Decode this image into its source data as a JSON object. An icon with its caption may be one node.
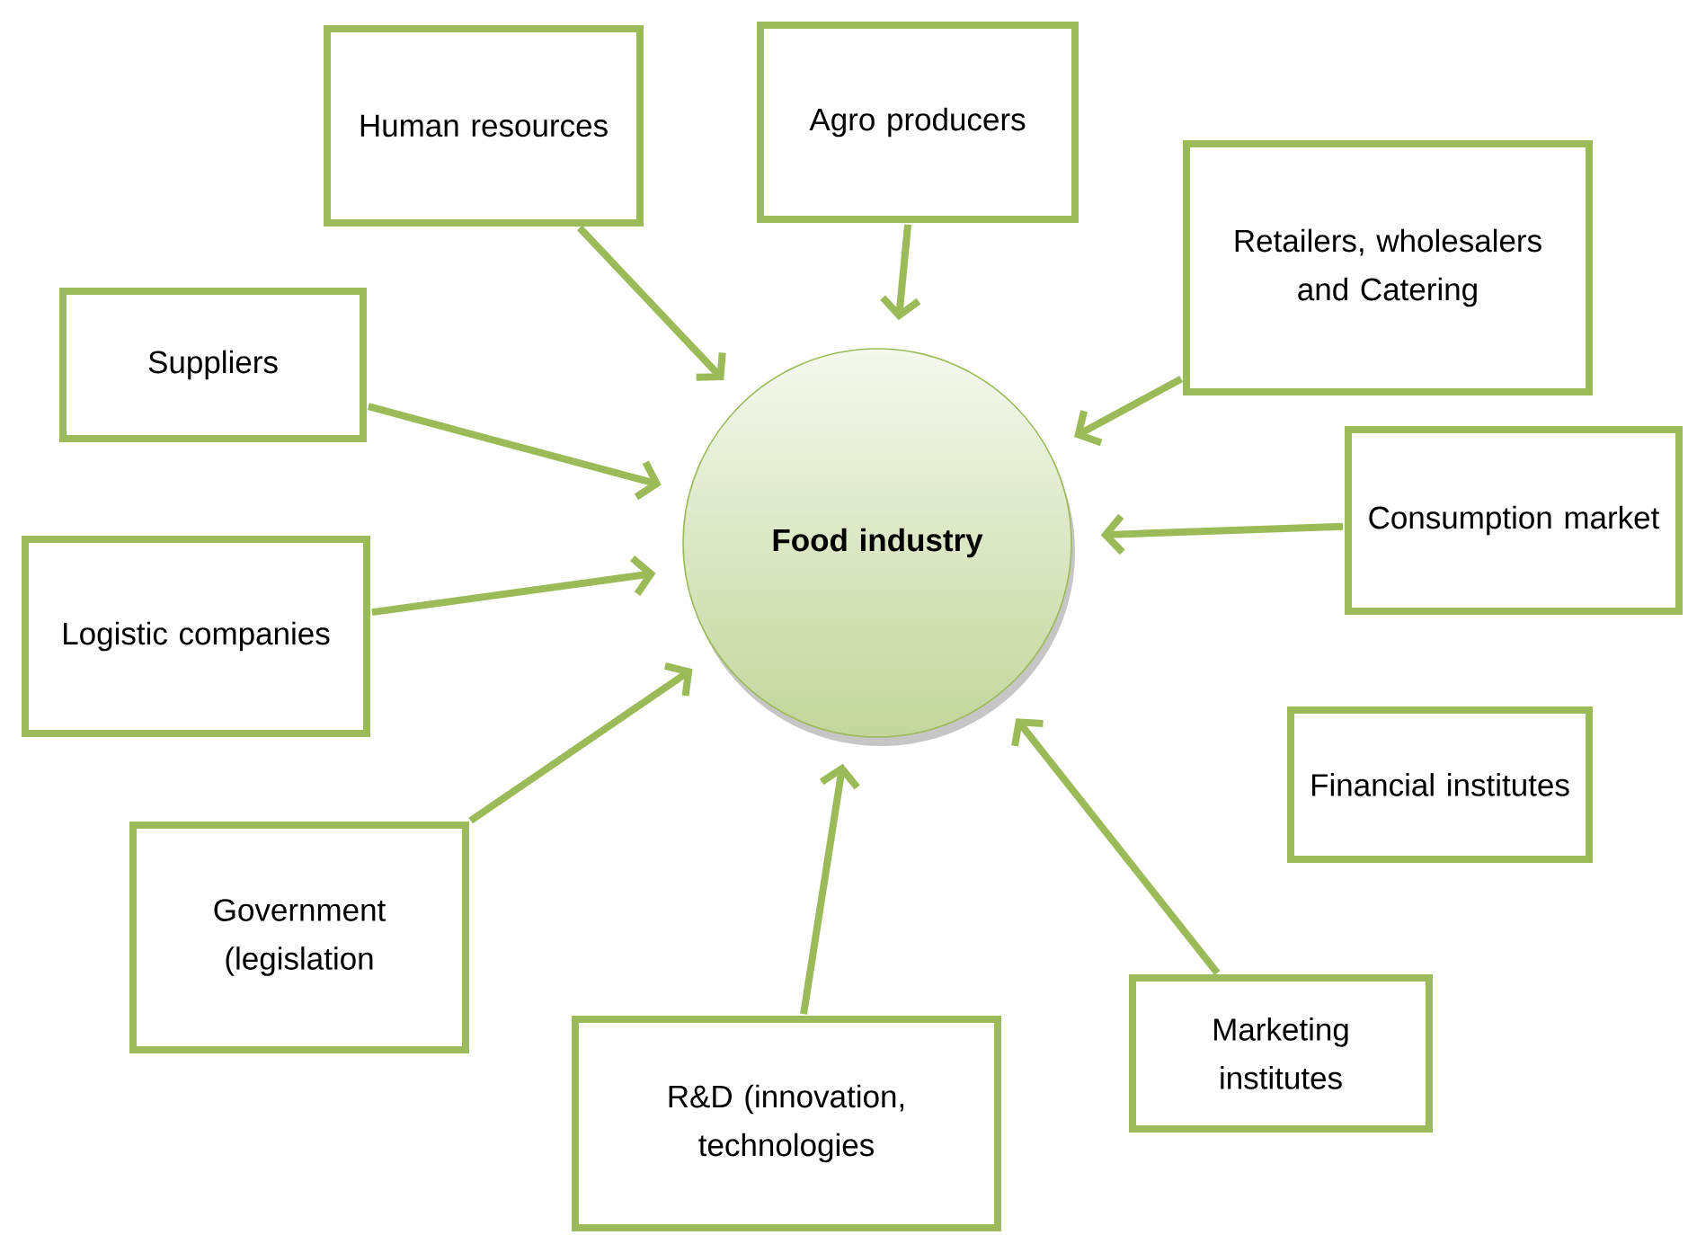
{
  "diagram": {
    "nodes": [
      {
        "text": [
          "Human resources"
        ]
      },
      {
        "text": [
          "Agro producers"
        ]
      },
      {
        "text": [
          "Retailers, wholesalers and Catering"
        ]
      },
      {
        "text": [
          "Suppliers"
        ]
      },
      {
        "text": [
          "Food industry"
        ]
      },
      {
        "text": [
          "Consumption market"
        ]
      },
      {
        "text": [
          "Logistic companies"
        ]
      },
      {
        "text": [
          "Financial institutes"
        ]
      },
      {
        "text": [
          "Government (legislation"
        ]
      },
      {
        "text": [
          "Marketing institutes"
        ]
      },
      {
        "text": [
          "R&D (innovation, technologies"
        ]
      }
    ],
    "edges": [
      {
        "from": 0,
        "to": 4,
        "arrow": "to"
      },
      {
        "from": 1,
        "to": 4,
        "arrow": "to"
      },
      {
        "from": 2,
        "to": 4,
        "arrow": "to"
      },
      {
        "from": 3,
        "to": 4,
        "arrow": "to"
      },
      {
        "from": 5,
        "to": 4,
        "arrow": "to"
      },
      {
        "from": 6,
        "to": 4,
        "arrow": "to"
      },
      {
        "from": 8,
        "to": 4,
        "arrow": "to"
      },
      {
        "from": 9,
        "to": 4,
        "arrow": "to"
      },
      {
        "from": 10,
        "to": 4,
        "arrow": "to"
      }
    ]
  }
}
